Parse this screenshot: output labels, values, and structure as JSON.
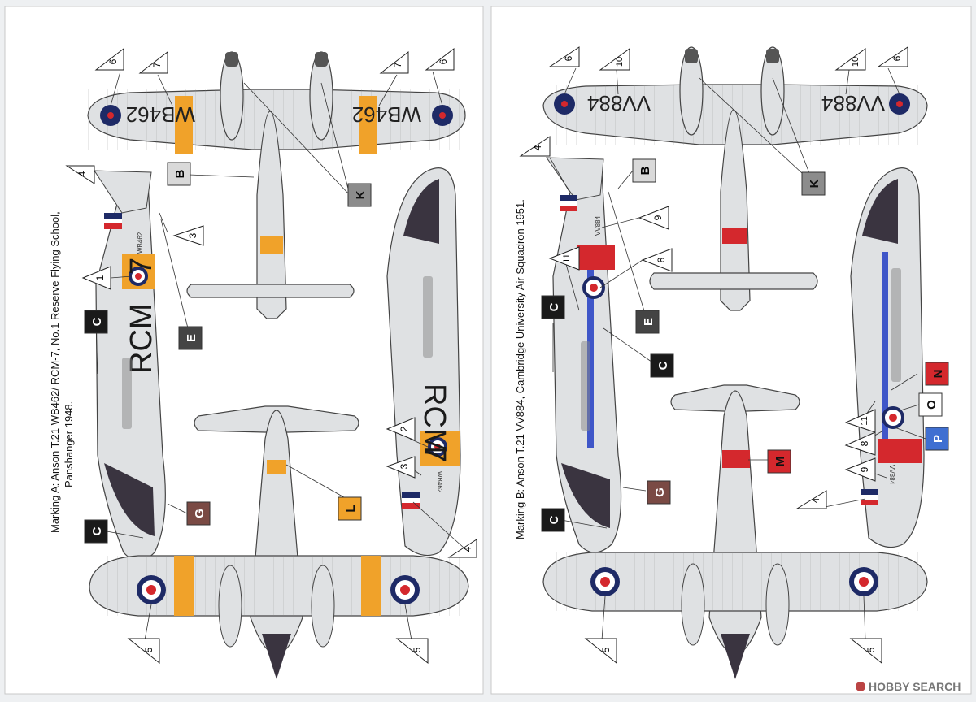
{
  "colors": {
    "paper": "#ffffff",
    "aircraft_silver": "#dfe1e3",
    "panel_line": "#555555",
    "trainer_yellow": "#f0a22a",
    "university_red": "#d4282d",
    "roundel_blue": "#1e2a66",
    "stripe_blue": "#3f56c8",
    "frame_black": "#3a3440",
    "key_B": "#d9d9d9",
    "key_K": "#8c8c8c",
    "key_C": "#1a1a1a",
    "key_E": "#444444",
    "key_G": "#7a4a44",
    "key_L": "#f0a22a",
    "key_M": "#d4282d",
    "key_N": "#d4282d",
    "key_O": "#ffffff",
    "key_P": "#3f6fd1"
  },
  "marking_a": {
    "caption": "Marking A: Anson T.21 WB462/ RCM-7, No.1 Reserve Flying School,",
    "caption_line2": "Panshanger 1948.",
    "wing_serial": "WB462",
    "fuselage_code": "RCM-7",
    "code_left": "RCM",
    "code_digit": "7",
    "tail_serial": "WB462"
  },
  "marking_b": {
    "caption": "Marking B: Anson T.21 VV884, Cambridge University Air Squadron 1951.",
    "wing_serial": "VV884",
    "tail_serial": "VV884"
  },
  "callouts": {
    "n1": "1",
    "n2": "2",
    "n3": "3",
    "n4": "4",
    "n5": "5",
    "n6": "6",
    "n7": "7",
    "n8": "8",
    "n9": "9",
    "n10": "10",
    "n11": "11"
  },
  "color_keys": {
    "B": "B",
    "C": "C",
    "E": "E",
    "G": "G",
    "K": "K",
    "L": "L",
    "M": "M",
    "N": "N",
    "O": "O",
    "P": "P"
  },
  "watermark": "HOBBY SEARCH"
}
